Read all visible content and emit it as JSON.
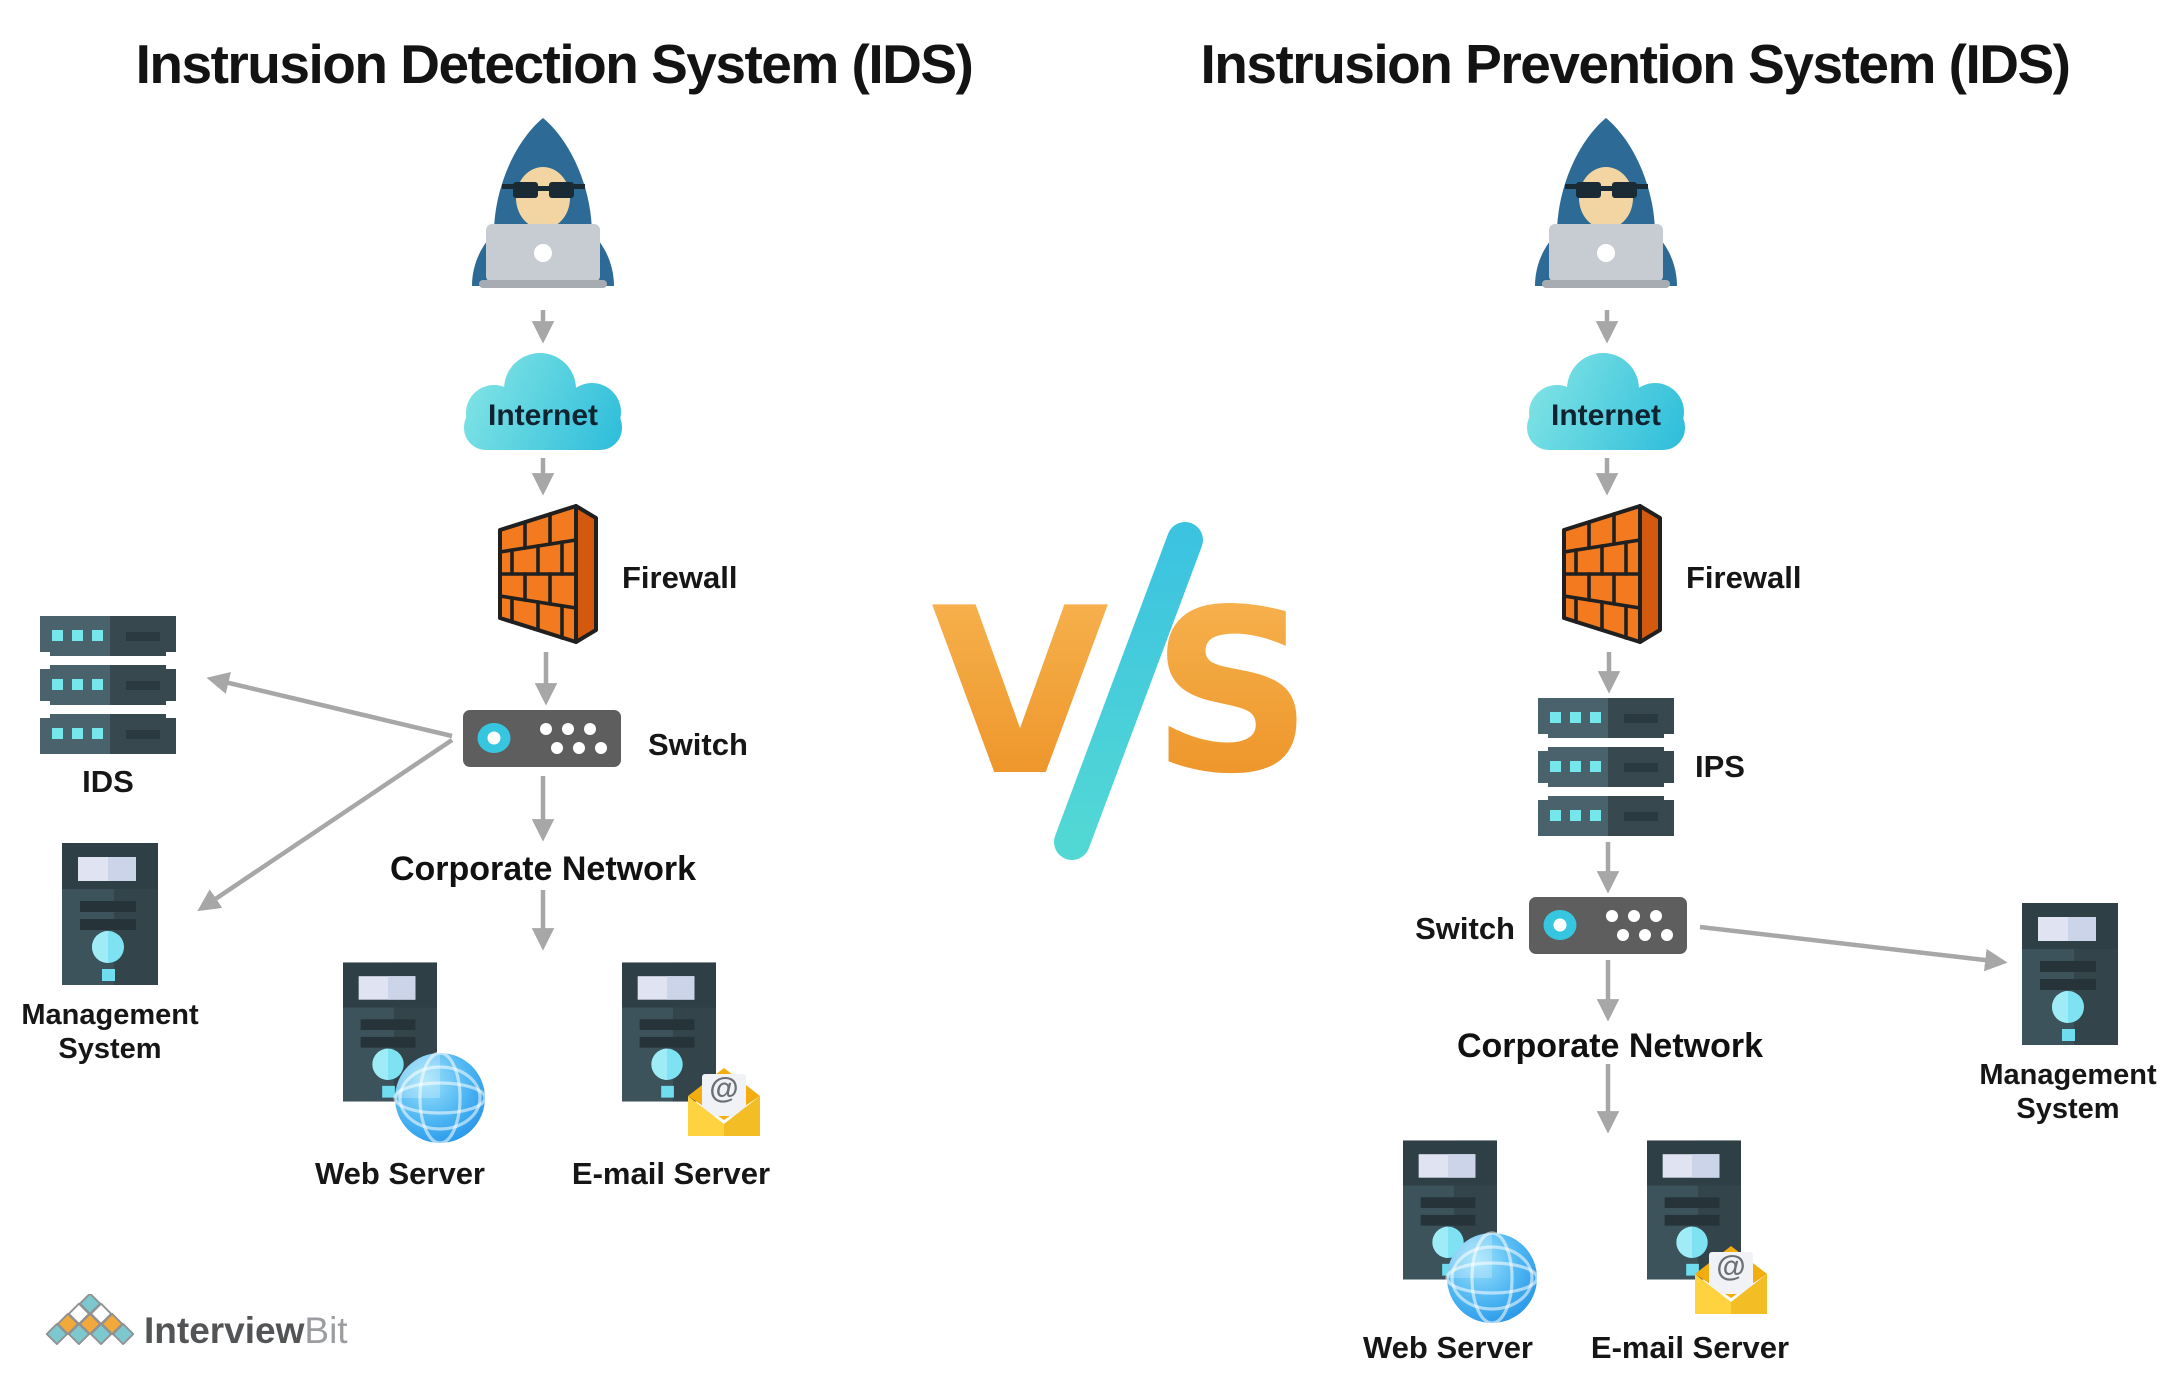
{
  "titles": {
    "left": "Instrusion Detection System (IDS)",
    "right": "Instrusion Prevention System (IDS)"
  },
  "vs_badge": {
    "v": "V",
    "s": "S"
  },
  "left_diagram": {
    "internet": "Internet",
    "firewall": "Firewall",
    "switch": "Switch",
    "ids": "IDS",
    "management_line1": "Management",
    "management_line2": "System",
    "corporate_network": "Corporate Network",
    "web_server": "Web Server",
    "email_server": "E-mail Server"
  },
  "right_diagram": {
    "internet": "Internet",
    "firewall": "Firewall",
    "ips": "IPS",
    "switch": "Switch",
    "management_line1": "Management",
    "management_line2": "System",
    "corporate_network": "Corporate Network",
    "web_server": "Web Server",
    "email_server": "E-mail Server"
  },
  "icons": {
    "at_symbol": "@"
  },
  "logo": {
    "brand_bold": "Interview",
    "brand_light": "Bit"
  },
  "colors": {
    "accent_orange": "#f2a43c",
    "accent_cyan": "#3fc8dd",
    "arrow_gray": "#a7a7a7",
    "cloud_cyan": "#2cbbdb",
    "firewall_orange": "#f37a1f",
    "server_slate": "#3d535c",
    "rack_slate": "#4a626b",
    "switch_gray": "#5e5e5e",
    "hood_blue": "#2d6b96",
    "face_tan": "#f2d5a2",
    "envelope_yellow": "#ffd23f",
    "globe_blue": "#2a9de0",
    "logo_teal": "#7cc8ce",
    "logo_orange": "#f2a93b"
  }
}
